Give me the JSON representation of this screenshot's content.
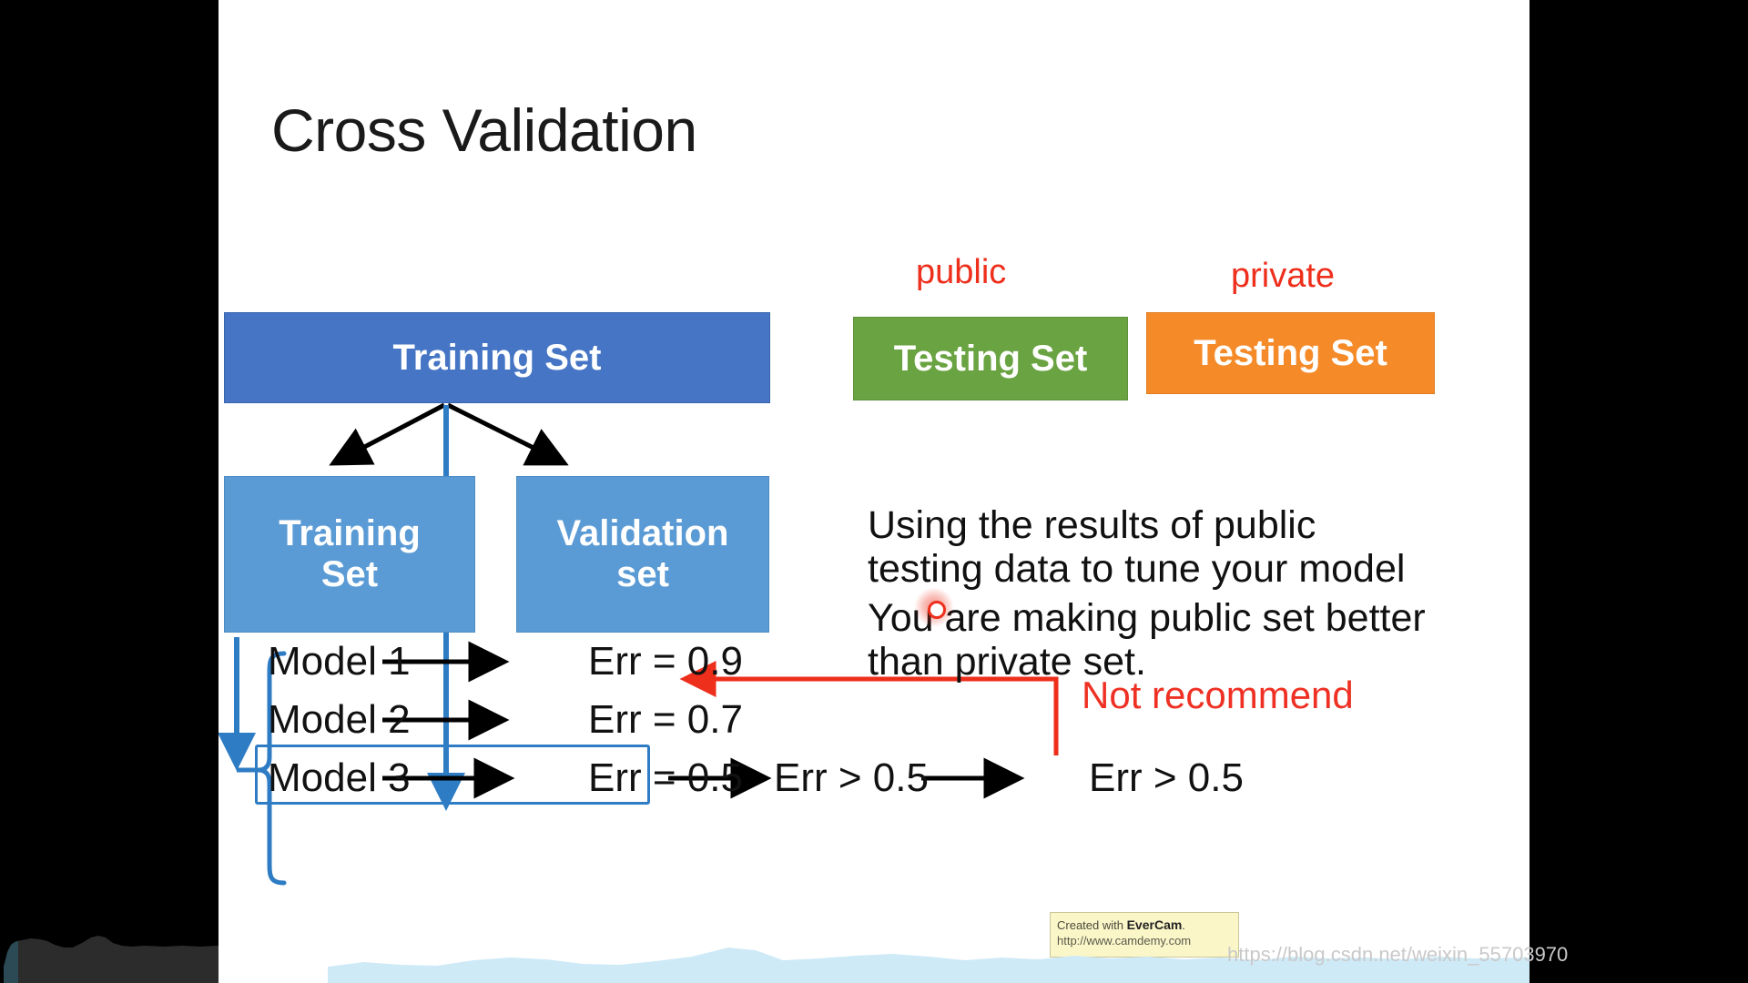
{
  "slide": {
    "title": "Cross Validation",
    "boxes": {
      "training_main": "Training Set",
      "training_sub": "Training\nSet",
      "training_sub_line1": "Training",
      "training_sub_line2": "Set",
      "validation_sub_line1": "Validation",
      "validation_sub_line2": "set",
      "testing_public": "Testing Set",
      "testing_private": "Testing Set"
    },
    "labels": {
      "public": "public",
      "private": "private",
      "not_recommend": "Not recommend"
    },
    "paragraphs": [
      "Using the results of public testing data to tune your model",
      "You are making public set better than private set."
    ],
    "models": [
      {
        "name": "Model 1",
        "err": "Err = 0.9"
      },
      {
        "name": "Model 2",
        "err": "Err = 0.7"
      },
      {
        "name": "Model 3",
        "err": "Err = 0.5"
      }
    ],
    "chain": [
      "Err > 0.5",
      "Err > 0.5"
    ],
    "colors": {
      "training_main": "#4575c4",
      "training_sub": "#5b9bd5",
      "validation_sub": "#5b9bd5",
      "testing_public": "#6aa342",
      "testing_private": "#f58a29",
      "red_accent": "#ed2f1c",
      "blue_accent": "#2e7cc4",
      "background": "#ffffff"
    }
  },
  "watermark": {
    "evercam_prefix": "Created with ",
    "evercam_brand": "EverCam",
    "evercam_suffix": ".",
    "evercam_url": "http://www.camdemy.com",
    "csdn": "https://blog.csdn.net/weixin_55703970"
  }
}
